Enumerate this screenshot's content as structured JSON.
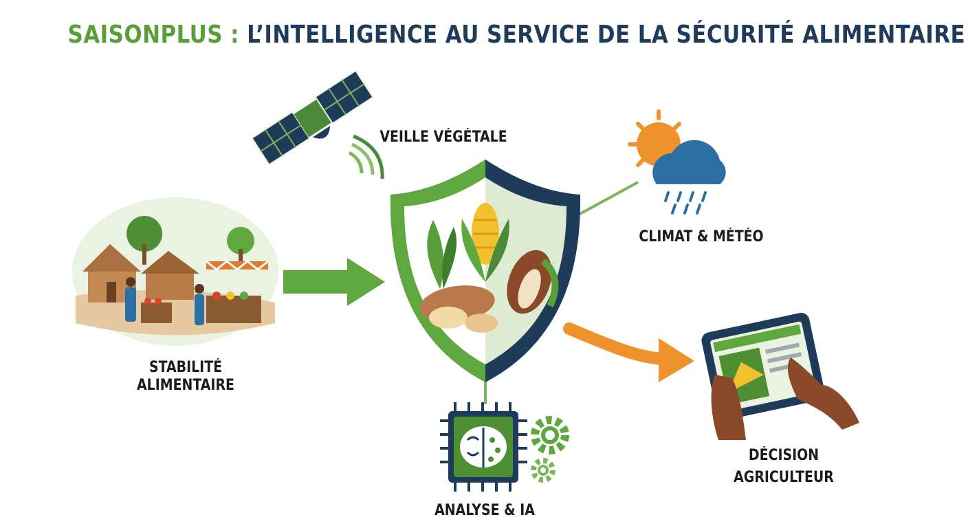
{
  "title": {
    "brand": "SAISONPLUS :",
    "rest": "L’INTELLIGENCE AU SERVICE DE LA SÉCURITÉ ALIMENTAIRE"
  },
  "nodes": {
    "veille": "VEILLE VÉGÉTALE",
    "climat": "CLIMAT & MÉTÉO",
    "stabilite_line1": "STABILITÉ",
    "stabilite_line2": "ALIMENTAIRE",
    "analyse": "ANALYSE & IA",
    "decision_line1": "DÉCISION",
    "decision_line2": "AGRICULTEUR"
  },
  "colors": {
    "brand_green": "#5a9e3a",
    "navy": "#1f3b5a",
    "orange": "#f0922b"
  },
  "icons": [
    "satellite-icon",
    "shield-icon",
    "corn-icon",
    "cocoa-icon",
    "yam-icon",
    "sun-cloud-rain-icon",
    "market-village-icon",
    "ai-chip-brain-icon",
    "gear-icon",
    "tablet-hands-icon"
  ]
}
